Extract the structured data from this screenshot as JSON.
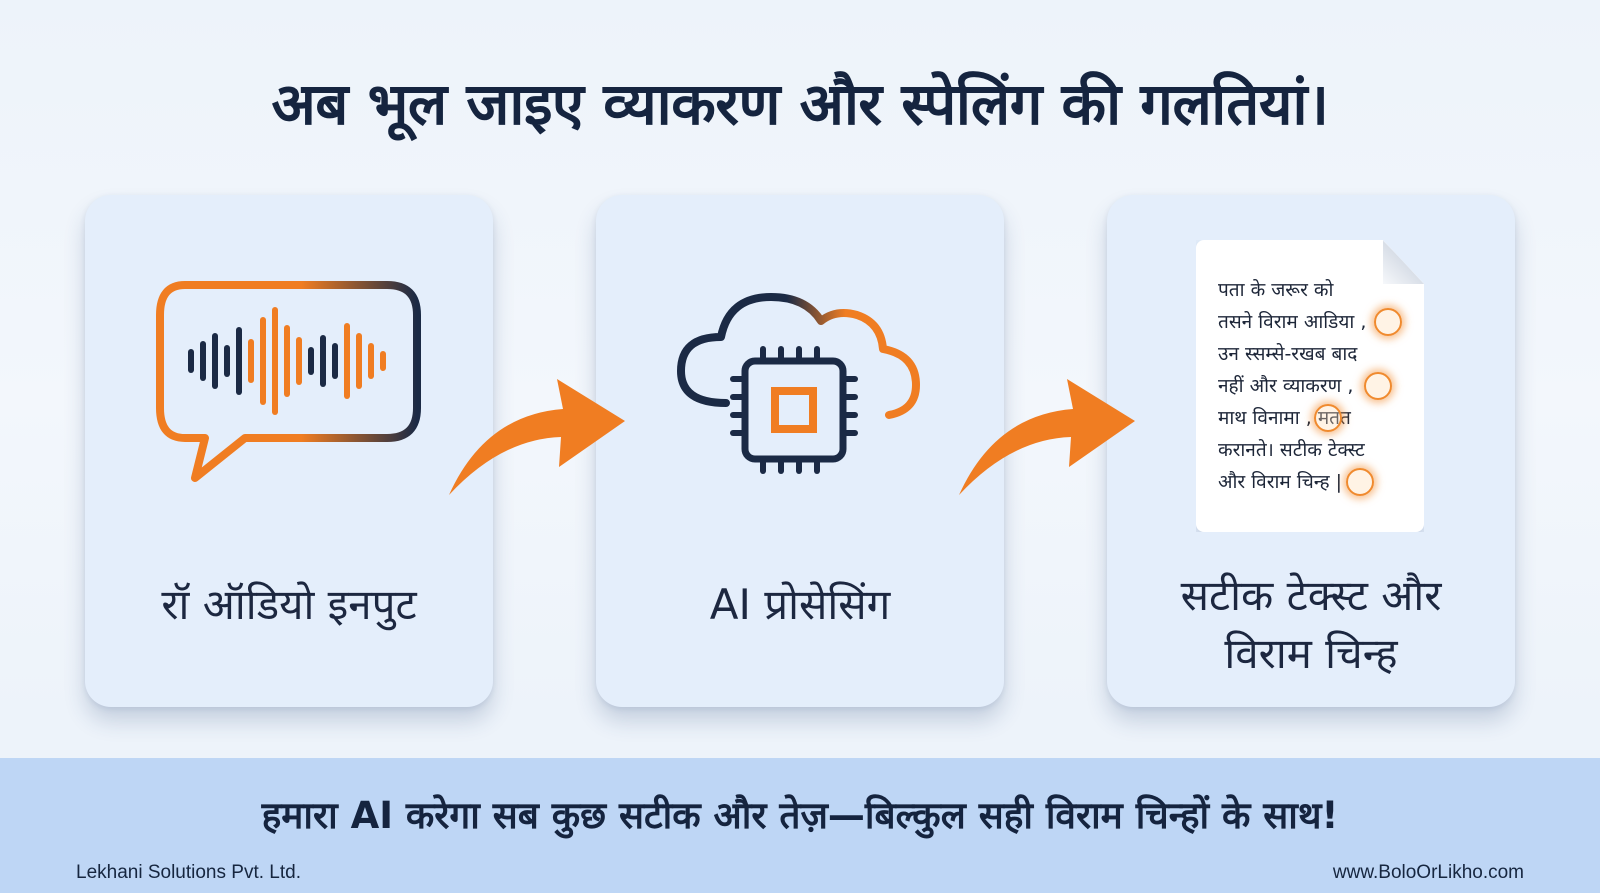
{
  "header": {
    "title": "अब भूल जाइए व्याकरण और स्पेलिंग की गलतियां।"
  },
  "steps": [
    {
      "label": "रॉ ऑडियो इनपुट",
      "icon": "audio-speech-bubble-icon"
    },
    {
      "label": "AI प्रोसेसिंग",
      "icon": "cloud-chip-icon"
    },
    {
      "label": "सटीक टेक्स्ट और विराम चिन्ह",
      "icon": "document-icon"
    }
  ],
  "document": {
    "lines": [
      "पता के जरूर को",
      "तसने विराम आडिया ,",
      "उन स्सम्से-रखब बाद",
      "नहीं और व्याकरण ,",
      "माथ विनामा , मतत",
      "करानते। सटीक टेक्स्ट",
      "और विराम चिन्ह |"
    ]
  },
  "banner": {
    "tagline": "हमारा AI करेगा सब कुछ सटीक और तेज़—बिल्कुल सही विराम चिन्हों के साथ!"
  },
  "footer": {
    "company": "Lekhani Solutions Pvt. Ltd.",
    "website": "www.BoloOrLikho.com"
  },
  "colors": {
    "accent_orange": "#f07d22",
    "navy": "#15243f",
    "card_bg": "#e4eefb",
    "band_bg": "#bed6f5"
  }
}
